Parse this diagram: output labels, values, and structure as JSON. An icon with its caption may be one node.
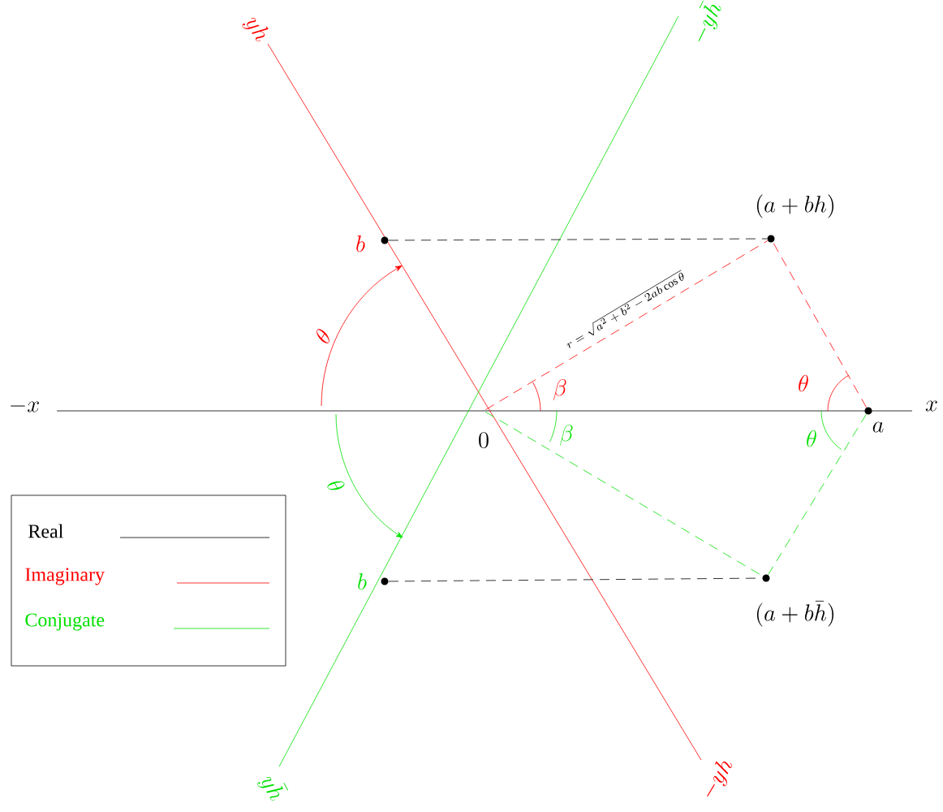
{
  "diagram": {
    "nodes": [
      {
        "text": [
          "b"
        ]
      },
      {
        "text": [
          "(a+bh)"
        ]
      },
      {
        "text": [
          "a"
        ]
      },
      {
        "text": [
          "0"
        ]
      },
      {
        "text": [
          "b"
        ]
      },
      {
        "text": [
          "(a+b\\bar{h})"
        ]
      }
    ],
    "edges": [
      {
        "from": 0,
        "to": 1,
        "arrow": "none",
        "style": "dashed"
      },
      {
        "from": 3,
        "to": 1,
        "arrow": "none",
        "style": "dashed",
        "color": "#ff0000",
        "label": "r=\\sqrt{a^2+b^2-2ab\\cos\\theta}"
      },
      {
        "from": 2,
        "to": 1,
        "arrow": "none",
        "style": "dashed",
        "color": "#ff0000"
      },
      {
        "from": 4,
        "to": 5,
        "arrow": "none",
        "style": "dashed"
      },
      {
        "from": 3,
        "to": 5,
        "arrow": "none",
        "style": "dashed",
        "color": "#00e000"
      },
      {
        "from": 2,
        "to": 5,
        "arrow": "none",
        "style": "dashed",
        "color": "#00e000"
      }
    ],
    "labels": [
      "yh",
      "-y\\bar{h}",
      "\\theta",
      "\\beta",
      "\\theta",
      "-x",
      "x",
      "\\beta",
      "\\theta",
      "\\theta",
      "y\\bar{h}",
      "-yh"
    ],
    "legend": [
      {
        "text": "Real",
        "color": "#000000"
      },
      {
        "text": "Imaginary",
        "color": "#ff0000"
      },
      {
        "text": "Conjugate",
        "color": "#00e000"
      }
    ]
  }
}
